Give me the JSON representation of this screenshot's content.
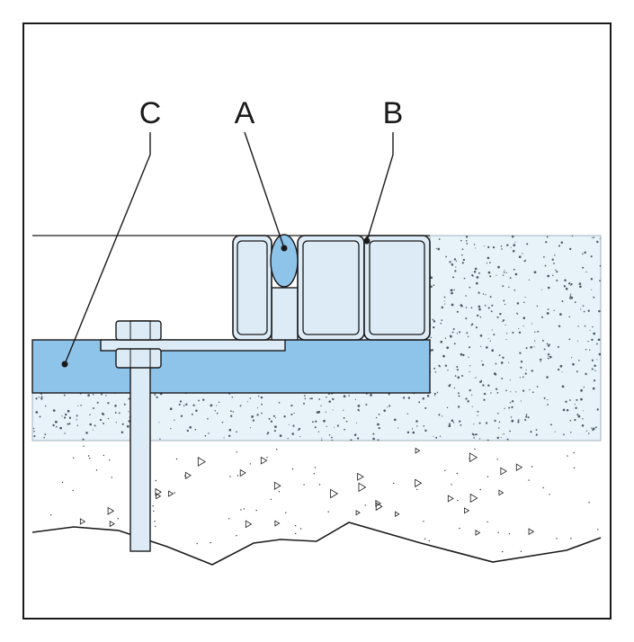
{
  "figure": {
    "callouts": [
      {
        "id": "A",
        "label": "A"
      },
      {
        "id": "B",
        "label": "B"
      },
      {
        "id": "C",
        "label": "C"
      }
    ]
  },
  "colors": {
    "outline": "#1a1a1a",
    "blue_member": "#8ec3ea",
    "tube_fill": "#dcebf6",
    "speckled_zone": "#e7f2f9",
    "speckle": "#4a5a66",
    "background": "#ffffff"
  }
}
